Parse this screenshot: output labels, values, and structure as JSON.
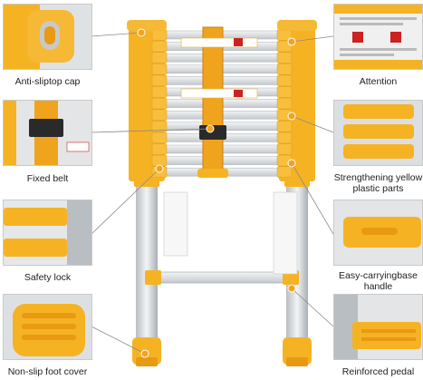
{
  "captions": {
    "anti_sliptop_cap": "Anti-sliptop cap",
    "attention": "Attention",
    "fixed_belt": "Fixed belt",
    "strengthening": "Strengthening yellow plastic parts",
    "safety_lock": "Safety lock",
    "easy_carrying": "Easy-carryingbase handle",
    "non_slip_foot": "Non-slip foot cover",
    "reinforced_pedal": "Reinforced pedal"
  },
  "colors": {
    "ladder_yellow": "#f5b324",
    "yellow_dark": "#e79a12",
    "aluminum": "#d9dde0",
    "aluminum_dark": "#a9afb4",
    "callout_dot": "#f6a11b",
    "leader_line": "#8a8a8a"
  }
}
